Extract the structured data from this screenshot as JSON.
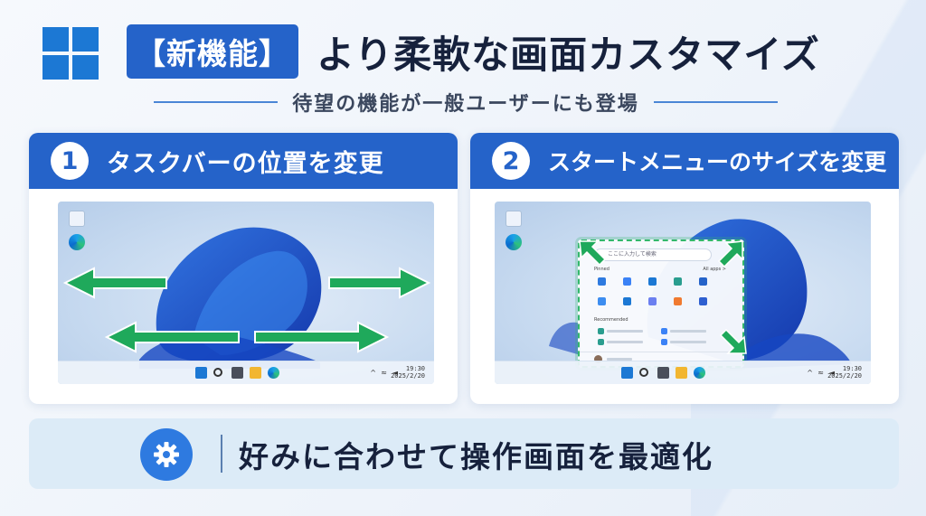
{
  "header": {
    "tag": "【新機能】",
    "title": "より柔軟な画面カスタマイズ",
    "subtitle": "待望の機能が一般ユーザーにも登場",
    "logo_icon": "windows-logo-icon"
  },
  "panels": [
    {
      "number": "1",
      "title": "タスクバーの位置を変更",
      "clock": {
        "time": "19:30",
        "date": "2025/2/20"
      }
    },
    {
      "number": "2",
      "title": "スタートメニューのサイズを変更",
      "clock": {
        "time": "19:30",
        "date": "2025/2/20"
      },
      "start_menu": {
        "search_placeholder": "ここに入力して検索",
        "pinned_label": "Pinned",
        "all_label": "All apps >",
        "recommended_label": "Recommended"
      }
    }
  ],
  "footer": {
    "text": "好みに合わせて操作画面を最適化",
    "icon": "gear-icon"
  },
  "colors": {
    "brand_blue": "#2563c9",
    "windows_blue": "#1c78d4",
    "arrow_green": "#1fa95b",
    "title_dark": "#16213c",
    "footer_bg": "#dcebf7"
  }
}
